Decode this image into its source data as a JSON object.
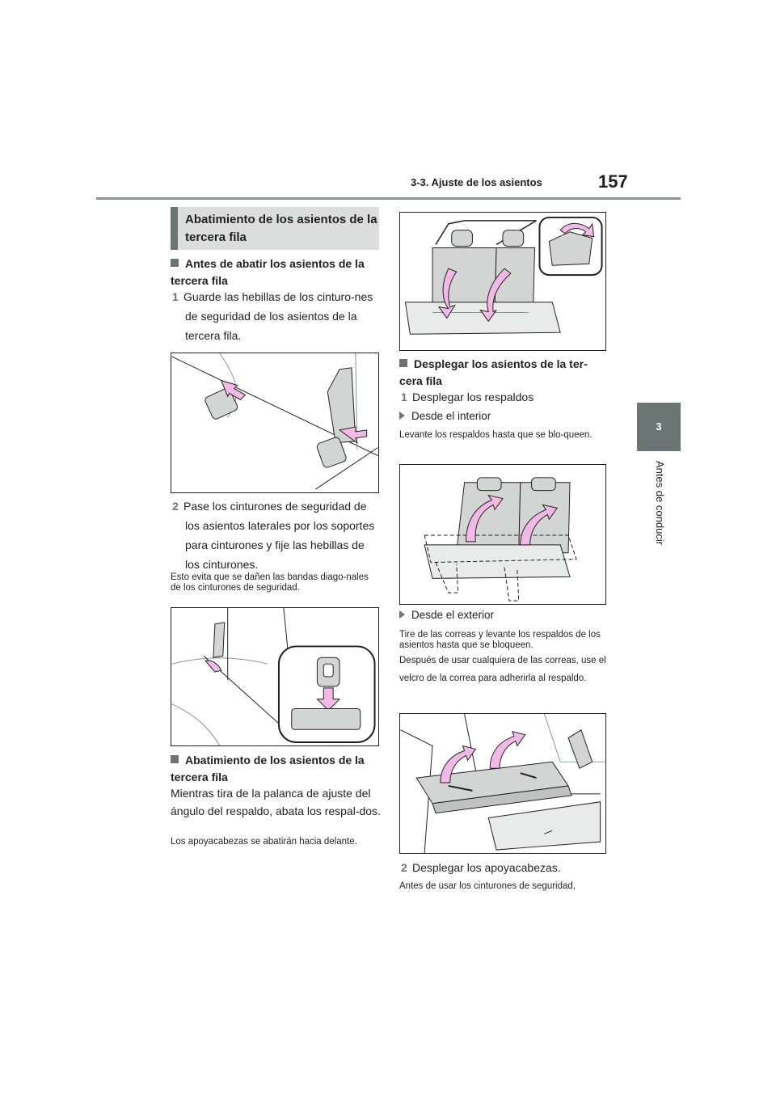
{
  "header": {
    "section_title": "3-3. Ajuste de los asientos",
    "page_number": "157"
  },
  "chapter_tab": {
    "number": "3",
    "label": "Antes de conducir"
  },
  "left_column": {
    "section_title": "Abatimiento de los asientos de la tercera fila",
    "block1": {
      "heading": "Antes de abatir los asientos de la tercera fila",
      "step1_num": "1",
      "step1_text": "Guarde las hebillas de los cinturo-nes de seguridad de los asientos de la tercera fila.",
      "step2_num": "2",
      "step2_text": "Pase los cinturones de seguridad de los asientos laterales por los soportes para cinturones y fije las hebillas de los cinturones.",
      "step2_note": "Esto evita que se dañen las bandas diago-nales de los cinturones de seguridad."
    },
    "block2": {
      "heading": "Abatimiento de los asientos de la tercera fila",
      "text": "Mientras tira de la palanca de ajuste del ángulo del respaldo, abata los respal-dos.",
      "note": "Los apoyacabezas se abatirán hacia delante."
    }
  },
  "right_column": {
    "block3": {
      "heading": "Desplegar los asientos de la ter-cera fila",
      "step1_num": "1",
      "step1_text": "Desplegar los respaldos",
      "bullet1": "Desde el interior",
      "bullet1_note": "Levante los respaldos hasta que se blo-queen.",
      "bullet2": "Desde el exterior",
      "bullet2_note1": "Tire de las correas y levante los respaldos de los asientos hasta que se bloqueen.",
      "bullet2_note2": "Después de usar cualquiera de las correas, use el velcro de la correa para adherirla al respaldo.",
      "step2_num": "2",
      "step2_text": "Desplegar los apoyacabezas.",
      "step2_note": "Antes de usar los cinturones de seguridad,"
    }
  },
  "colors": {
    "accent": "#6a7574",
    "arrow_fill": "#f2b8e6",
    "seat_fill": "#d3d5d4"
  }
}
